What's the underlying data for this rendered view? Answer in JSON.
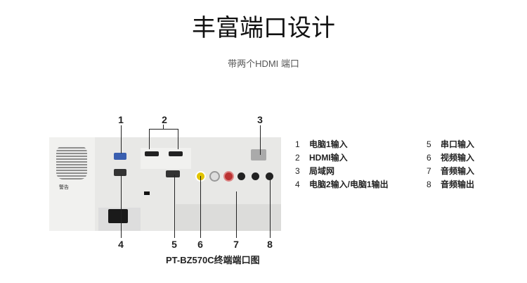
{
  "title": "丰富端口设计",
  "subtitle": "带两个HDMI 端口",
  "callouts": {
    "c1": "1",
    "c2": "2",
    "c3": "3",
    "c4": "4",
    "c5": "5",
    "c6": "6",
    "c7": "7",
    "c8": "8"
  },
  "warning_label": "警告",
  "legend": [
    {
      "num": "1",
      "label": "电脑1输入"
    },
    {
      "num": "2",
      "label": "HDMI输入"
    },
    {
      "num": "3",
      "label": "局域网"
    },
    {
      "num": "4",
      "label": "电脑2输入/电脑1输出"
    },
    {
      "num": "5",
      "label": "串口输入"
    },
    {
      "num": "6",
      "label": "视频输入"
    },
    {
      "num": "7",
      "label": "音频输入"
    },
    {
      "num": "8",
      "label": "音频输出"
    }
  ],
  "caption": "PT-BZ570C终端端口图"
}
